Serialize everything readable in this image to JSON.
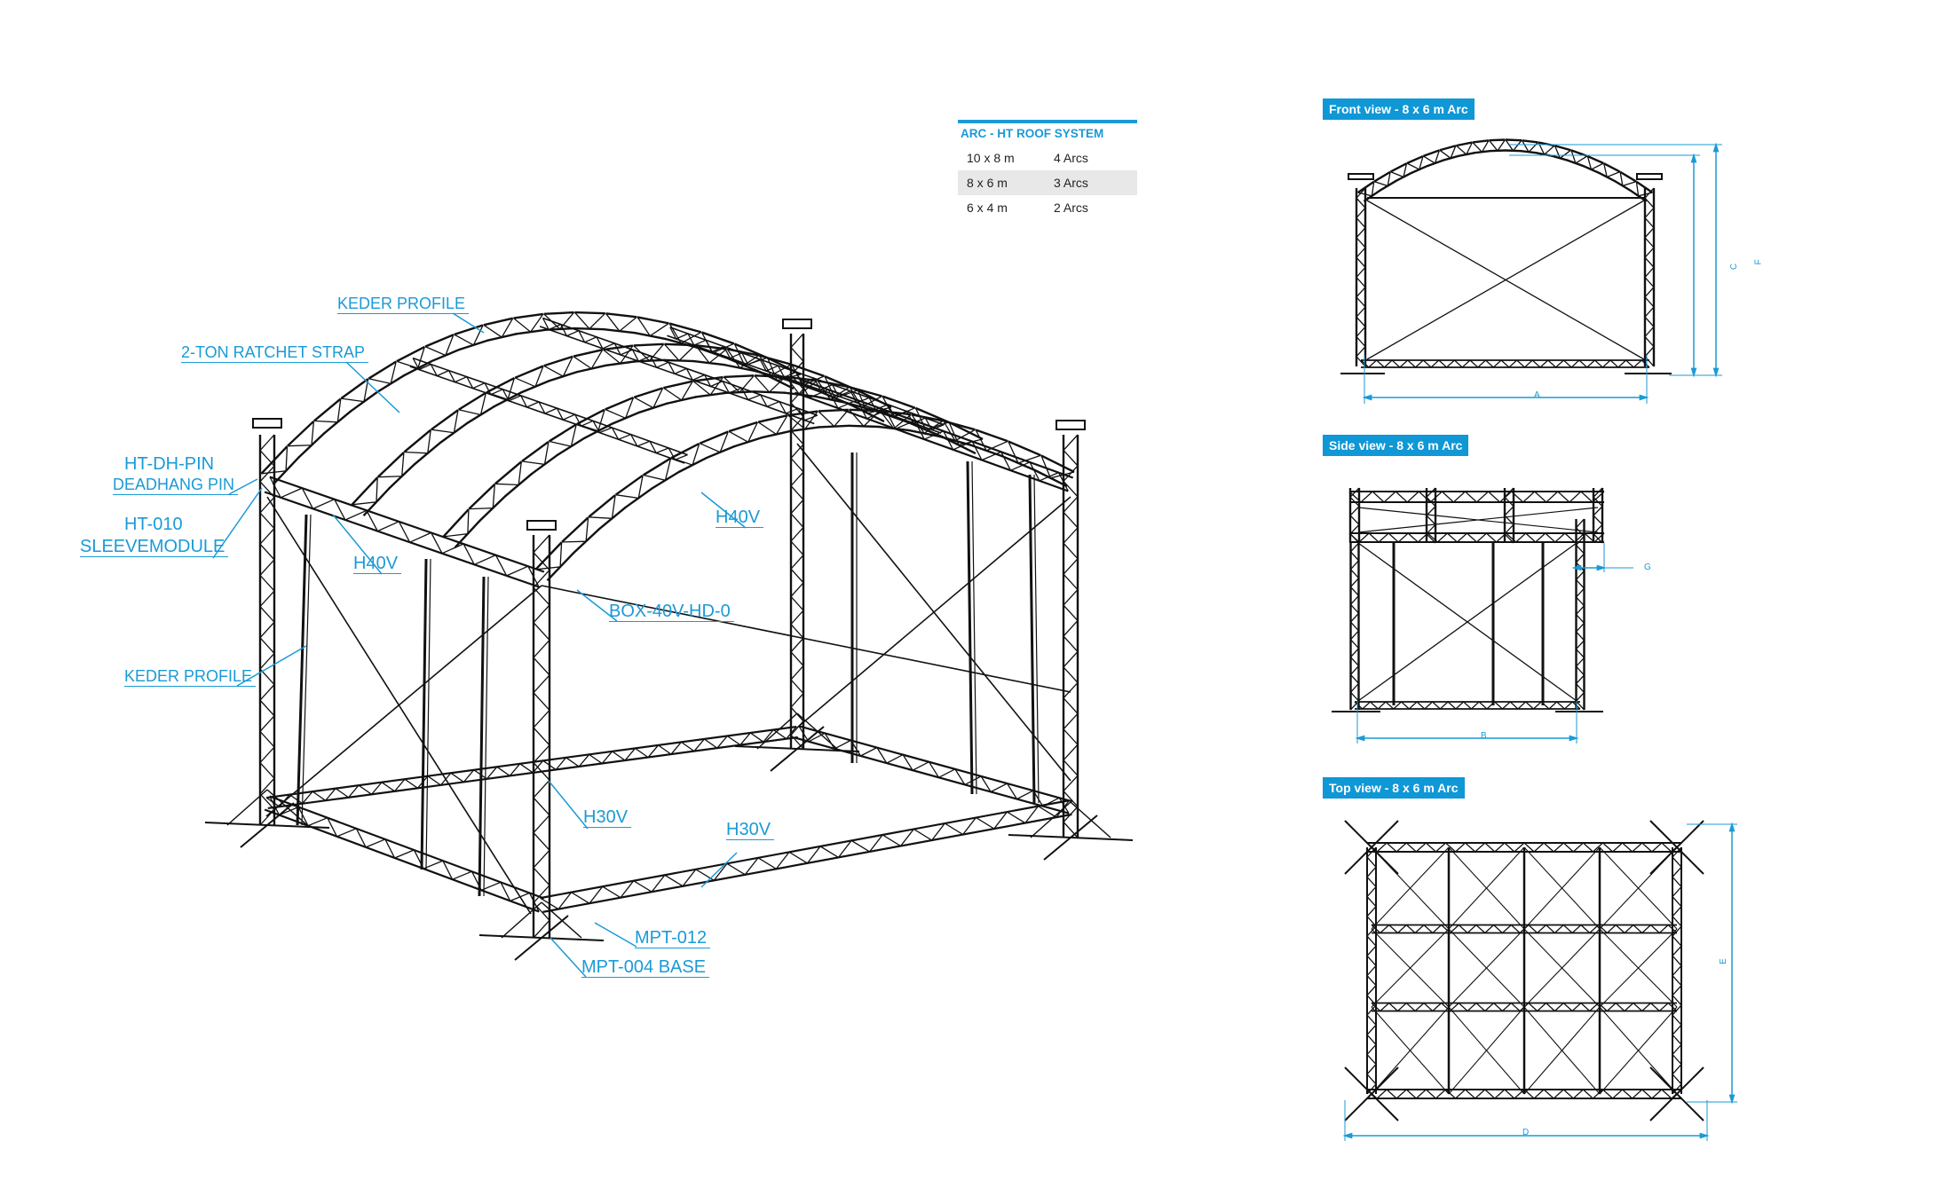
{
  "table": {
    "title": "ARC - HT ROOF SYSTEM",
    "rows": [
      {
        "size": "10 x 8 m",
        "arcs": "4 Arcs"
      },
      {
        "size": "8 x 6 m",
        "arcs": "3 Arcs"
      },
      {
        "size": "6 x 4 m",
        "arcs": "2 Arcs"
      }
    ]
  },
  "labels": {
    "keder_profile_top": "KEDER PROFILE",
    "ratchet_strap": "2-TON RATCHET STRAP",
    "ht_dh_pin": "HT-DH-PIN",
    "deadhang_pin": "DEADHANG PIN",
    "ht_010": "HT-010",
    "sleevemodule": "SLEEVEMODULE",
    "h40v_left": "H40V",
    "h40v_right": "H40V",
    "box": "BOX-40V-HD-0",
    "keder_profile_lower": "KEDER PROFILE",
    "h30v_column": "H30V",
    "h30v_beam": "H30V",
    "mpt_012": "MPT-012",
    "mpt_004": "MPT-004 BASE"
  },
  "views": {
    "front": {
      "title": "Front view - 8 x 6 m Arc",
      "dims": [
        "A",
        "C",
        "F"
      ]
    },
    "side": {
      "title": "Side view - 8 x 6 m Arc",
      "dims": [
        "B",
        "G"
      ]
    },
    "top": {
      "title": "Top view - 8 x 6 m Arc",
      "dims": [
        "D",
        "E"
      ]
    }
  },
  "colors": {
    "accent": "#1a9ad6",
    "line": "#111111"
  }
}
